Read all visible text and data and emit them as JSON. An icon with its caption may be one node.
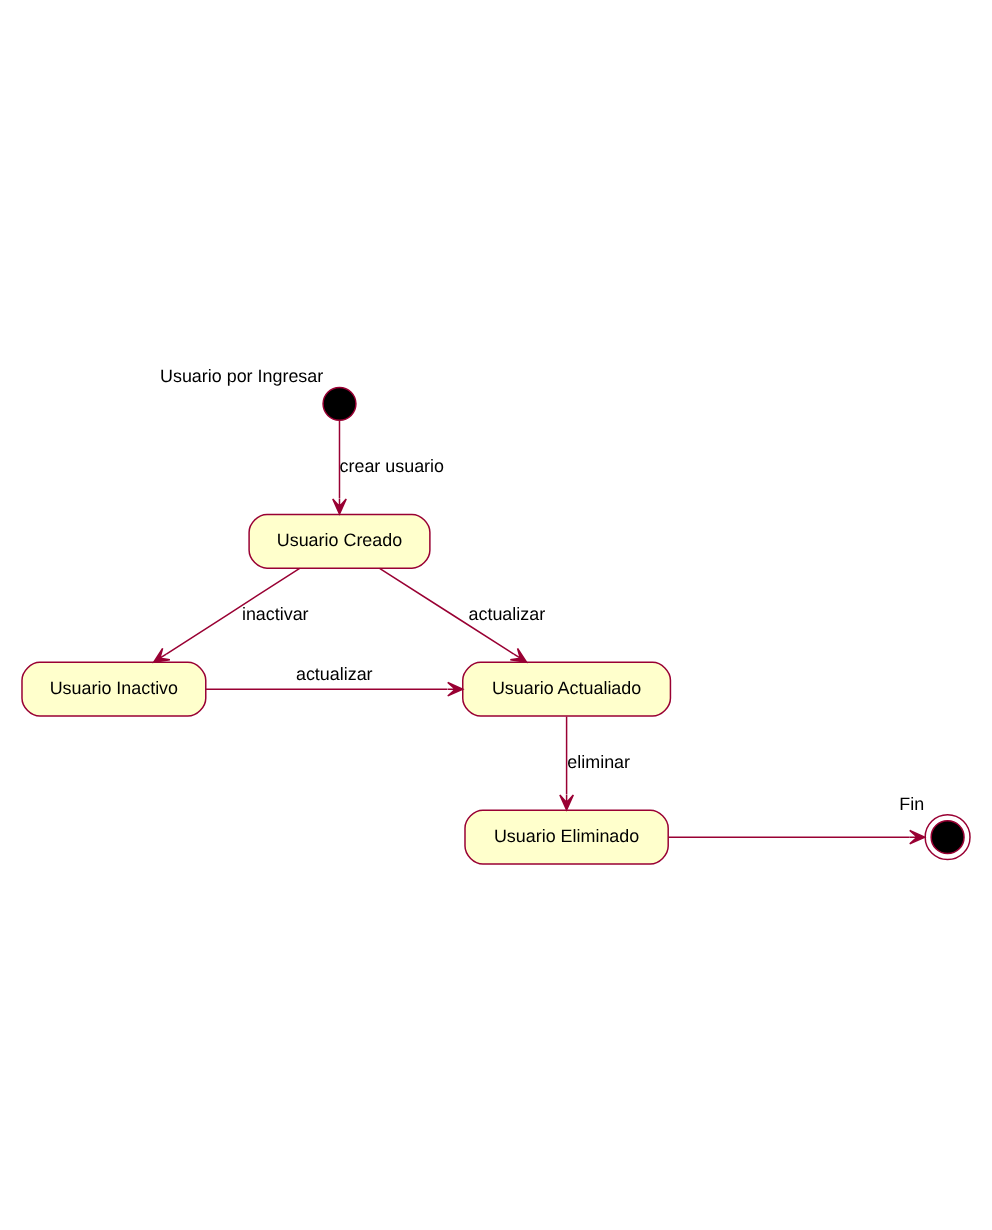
{
  "diagram": {
    "nodes": [
      {
        "text": [],
        "shape": "circle",
        "beside": [
          "Usuario por Ingresar"
        ]
      },
      {
        "text": [
          "Usuario Creado"
        ]
      },
      {
        "text": [
          "Usuario Actualiado"
        ]
      },
      {
        "text": [
          "Usuario Inactivo"
        ]
      },
      {
        "text": [
          "Usuario Eliminado"
        ]
      },
      {
        "text": [],
        "shape": "circle",
        "beside": [
          "Fin"
        ]
      }
    ],
    "edges": [
      {
        "from": 0,
        "to": 1,
        "arrow": "to",
        "label": "crear usuario"
      },
      {
        "from": 1,
        "to": 3,
        "arrow": "to",
        "label": "inactivar"
      },
      {
        "from": 1,
        "to": 2,
        "arrow": "to",
        "label": "actualizar"
      },
      {
        "from": 3,
        "to": 2,
        "arrow": "to",
        "label": "actualizar"
      },
      {
        "from": 2,
        "to": 4,
        "arrow": "to",
        "label": "eliminar"
      },
      {
        "from": 4,
        "to": 5,
        "arrow": "to"
      }
    ]
  }
}
